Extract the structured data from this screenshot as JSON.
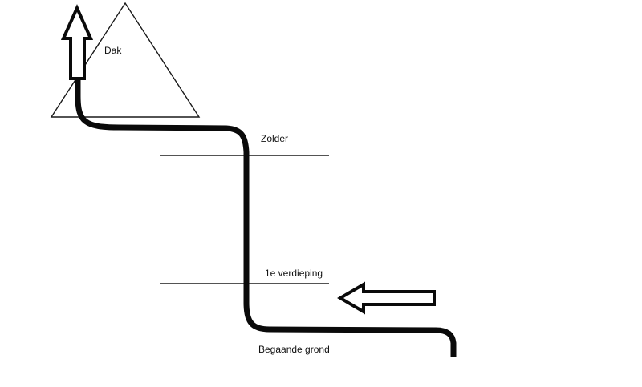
{
  "diagram": {
    "title": "house-cross-section-sketch",
    "background_color": "#ffffff",
    "stroke_color": "#000000",
    "labels": {
      "roof": "Dak",
      "attic": "Zolder",
      "first_floor": "1e verdieping",
      "ground_floor": "Begaande grond"
    },
    "icons": [
      "up-arrow-icon",
      "left-arrow-icon"
    ]
  }
}
